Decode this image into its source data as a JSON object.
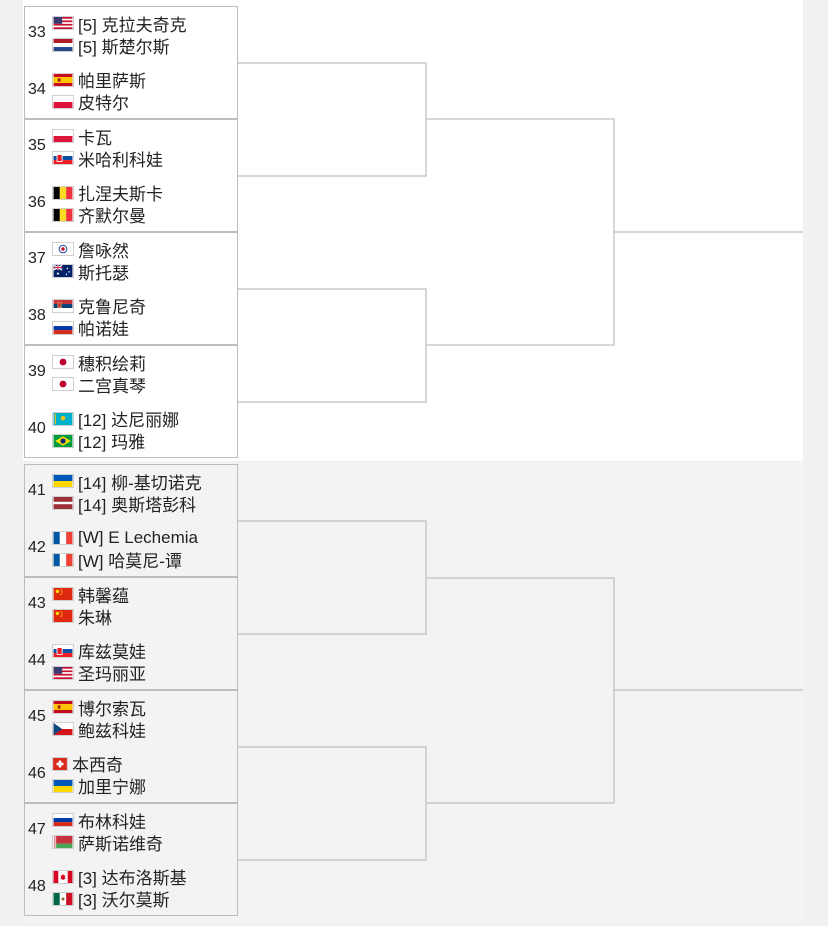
{
  "matches": [
    {
      "num": "33",
      "p1": {
        "flag": "usa",
        "name": "[5] 克拉夫奇克"
      },
      "p2": {
        "flag": "netherlands",
        "name": "[5] 斯楚尔斯"
      }
    },
    {
      "num": "34",
      "p1": {
        "flag": "spain",
        "name": "帕里萨斯"
      },
      "p2": {
        "flag": "poland",
        "name": "皮特尔"
      }
    },
    {
      "num": "35",
      "p1": {
        "flag": "poland",
        "name": "卡瓦"
      },
      "p2": {
        "flag": "slovakia",
        "name": "米哈利科娃"
      }
    },
    {
      "num": "36",
      "p1": {
        "flag": "belgium",
        "name": "扎涅夫斯卡"
      },
      "p2": {
        "flag": "belgium",
        "name": "齐默尔曼"
      }
    },
    {
      "num": "37",
      "p1": {
        "flag": "chinese-taipei",
        "name": "詹咏然"
      },
      "p2": {
        "flag": "australia",
        "name": "斯托瑟"
      }
    },
    {
      "num": "38",
      "p1": {
        "flag": "serbia",
        "name": "克鲁尼奇"
      },
      "p2": {
        "flag": "russia",
        "name": "帕诺娃"
      }
    },
    {
      "num": "39",
      "p1": {
        "flag": "japan",
        "name": "穗积绘莉"
      },
      "p2": {
        "flag": "japan",
        "name": "二宫真琴"
      }
    },
    {
      "num": "40",
      "p1": {
        "flag": "kazakhstan",
        "name": "[12] 达尼丽娜"
      },
      "p2": {
        "flag": "brazil",
        "name": "[12] 玛雅"
      }
    },
    {
      "num": "41",
      "p1": {
        "flag": "ukraine",
        "name": "[14] 柳-基切诺克"
      },
      "p2": {
        "flag": "latvia",
        "name": "[14] 奥斯塔彭科"
      }
    },
    {
      "num": "42",
      "p1": {
        "flag": "france",
        "name": "[W] E Lechemia"
      },
      "p2": {
        "flag": "france",
        "name": "[W] 哈莫尼-谭"
      }
    },
    {
      "num": "43",
      "p1": {
        "flag": "china",
        "name": "韩馨蕴"
      },
      "p2": {
        "flag": "china",
        "name": "朱琳"
      }
    },
    {
      "num": "44",
      "p1": {
        "flag": "slovakia",
        "name": "库兹莫娃"
      },
      "p2": {
        "flag": "usa",
        "name": "圣玛丽亚"
      }
    },
    {
      "num": "45",
      "p1": {
        "flag": "spain",
        "name": "博尔索瓦"
      },
      "p2": {
        "flag": "czech",
        "name": "鲍兹科娃"
      }
    },
    {
      "num": "46",
      "p1": {
        "flag": "switzerland",
        "name": "本西奇"
      },
      "p2": {
        "flag": "ukraine",
        "name": "加里宁娜"
      }
    },
    {
      "num": "47",
      "p1": {
        "flag": "russia",
        "name": "布林科娃"
      },
      "p2": {
        "flag": "belarus",
        "name": "萨斯诺维奇"
      }
    },
    {
      "num": "48",
      "p1": {
        "flag": "canada",
        "name": "[3] 达布洛斯基"
      },
      "p2": {
        "flag": "mexico",
        "name": "[3] 沃尔莫斯"
      }
    }
  ],
  "colors": {
    "bracket_line": "#c8c8c8",
    "box_border": "#bdbdbd",
    "white_section": "#ffffff",
    "grey_section": "#f3f3f3"
  }
}
